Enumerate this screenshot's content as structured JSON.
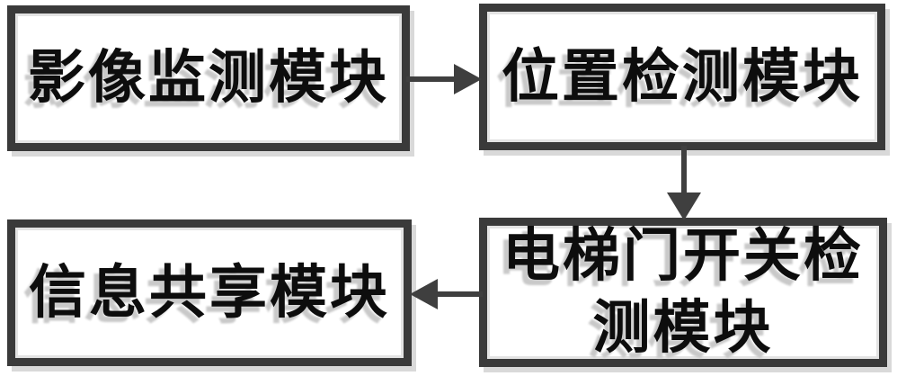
{
  "diagram": {
    "nodes": [
      {
        "id": "image-monitoring-module",
        "label": "影像监测模块"
      },
      {
        "id": "position-detection-module",
        "label": "位置检测模块"
      },
      {
        "id": "elevator-door-switch-detection-module",
        "label": "电梯门开关检测模块",
        "lines": [
          "电梯门开关检",
          "测模块"
        ]
      },
      {
        "id": "information-sharing-module",
        "label": "信息共享模块"
      }
    ],
    "edges": [
      {
        "from": "image-monitoring-module",
        "to": "position-detection-module",
        "direction": "right"
      },
      {
        "from": "position-detection-module",
        "to": "elevator-door-switch-detection-module",
        "direction": "down"
      },
      {
        "from": "elevator-door-switch-detection-module",
        "to": "information-sharing-module",
        "direction": "left"
      }
    ],
    "colors": {
      "box_border": "#3a3a3a",
      "arrow": "#3f3f3f",
      "text": "#0d0d0d",
      "text_shadow": "#c9c9c9",
      "box_shadow": "#d9d9d9",
      "background": "#ffffff"
    }
  }
}
